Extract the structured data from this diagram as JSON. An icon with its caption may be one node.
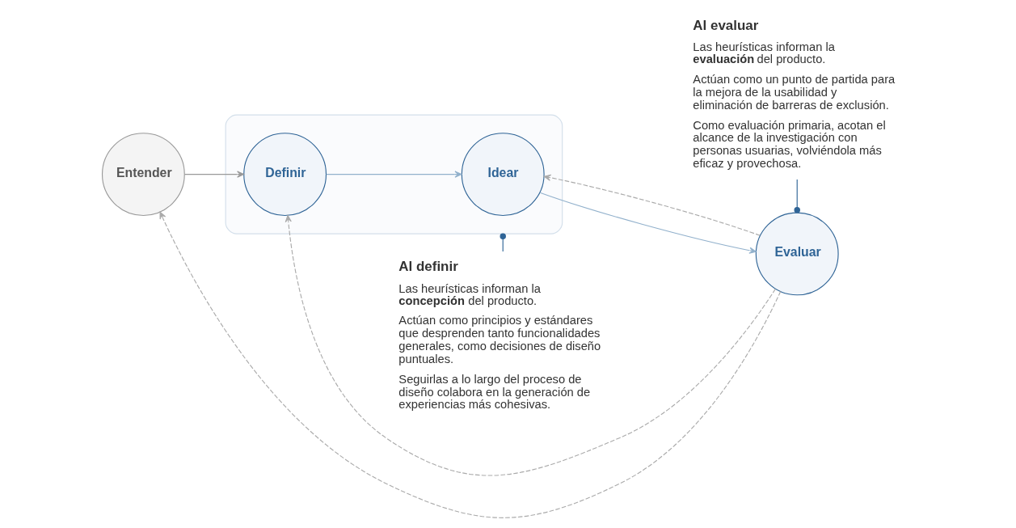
{
  "diagram": {
    "nodes": [
      {
        "text": [
          "Entender"
        ]
      },
      {
        "text": [],
        "shape": "box"
      },
      {
        "text": [
          "Definir"
        ],
        "in": 1
      },
      {
        "text": [
          "Idear"
        ],
        "in": 1
      },
      {
        "text": [
          "Evaluar"
        ]
      },
      {
        "text": [
          "Al definir",
          "Las heurísticas informan la **concepción** del producto.",
          "Actúan como principios y estándares que desprenden tanto funcionalidades generales, como decisiones de diseño puntuales.",
          "Seguirlas a lo largo del proceso de diseño colabora en la generación de experiencias más cohesivas."
        ]
      },
      {
        "text": [
          "Al evaluar",
          "Las heurísticas informan la **evaluación** del producto.",
          "Actúan como un punto de partida para la mejora de la usabilidad y eliminación de barreras de exclusión.",
          "Como evaluación primaria, acotan el alcance de la investigación con personas usuarias, volviéndola más eficaz y provechosa."
        ]
      }
    ],
    "edges": [
      {
        "from": 0,
        "to": 2,
        "arrow": "to",
        "color": "#999999"
      },
      {
        "from": 2,
        "to": 3,
        "arrow": "to",
        "color": "#92b1cc"
      },
      {
        "from": 3,
        "to": 4,
        "arrow": "to",
        "color": "#92b1cc"
      },
      {
        "from": 4,
        "to": 3,
        "arrow": "to",
        "style": "dashed",
        "color": "#aaaaaa"
      },
      {
        "from": 4,
        "to": 2,
        "arrow": "to",
        "style": "dashed",
        "color": "#aaaaaa"
      },
      {
        "from": 4,
        "to": 0,
        "arrow": "to",
        "style": "dashed",
        "color": "#aaaaaa"
      },
      {
        "from": 5,
        "to": 1,
        "arrow": "other",
        "color": "#2f6496"
      },
      {
        "from": 6,
        "to": 4,
        "arrow": "other",
        "color": "#2f6496"
      }
    ]
  }
}
